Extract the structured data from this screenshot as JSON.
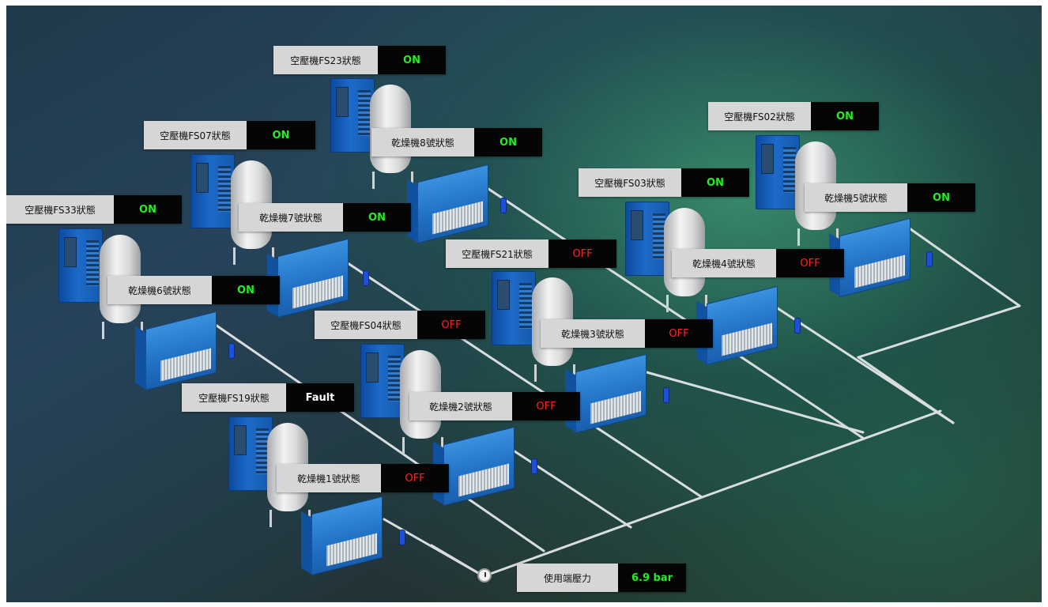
{
  "compressors": [
    {
      "label": "空壓機FS23狀態",
      "status": "ON"
    },
    {
      "label": "空壓機FS07狀態",
      "status": "ON"
    },
    {
      "label": "空壓機FS33狀態",
      "status": "ON"
    },
    {
      "label": "空壓機FS02狀態",
      "status": "ON"
    },
    {
      "label": "空壓機FS03狀態",
      "status": "ON"
    },
    {
      "label": "空壓機FS21狀態",
      "status": "OFF"
    },
    {
      "label": "空壓機FS04狀態",
      "status": "OFF"
    },
    {
      "label": "空壓機FS19狀態",
      "status": "Fault"
    }
  ],
  "dryers": [
    {
      "label": "乾燥機8號狀態",
      "status": "ON"
    },
    {
      "label": "乾燥機7號狀態",
      "status": "ON"
    },
    {
      "label": "乾燥機6號狀態",
      "status": "ON"
    },
    {
      "label": "乾燥機5號狀態",
      "status": "ON"
    },
    {
      "label": "乾燥機4號狀態",
      "status": "OFF"
    },
    {
      "label": "乾燥機3號狀態",
      "status": "OFF"
    },
    {
      "label": "乾燥機2號狀態",
      "status": "OFF"
    },
    {
      "label": "乾燥機1號狀態",
      "status": "OFF"
    }
  ],
  "pressure": {
    "label": "使用端壓力",
    "value": "6.9 bar"
  },
  "colors": {
    "on": "#22ee22",
    "off": "#ff2222",
    "fault": "#ffffff",
    "label_bg": "#d6d6d6",
    "value_bg": "#050505"
  },
  "icons": [
    "air-compressor-icon",
    "receiver-tank-icon",
    "air-dryer-icon",
    "valve-icon",
    "pressure-gauge-icon"
  ]
}
